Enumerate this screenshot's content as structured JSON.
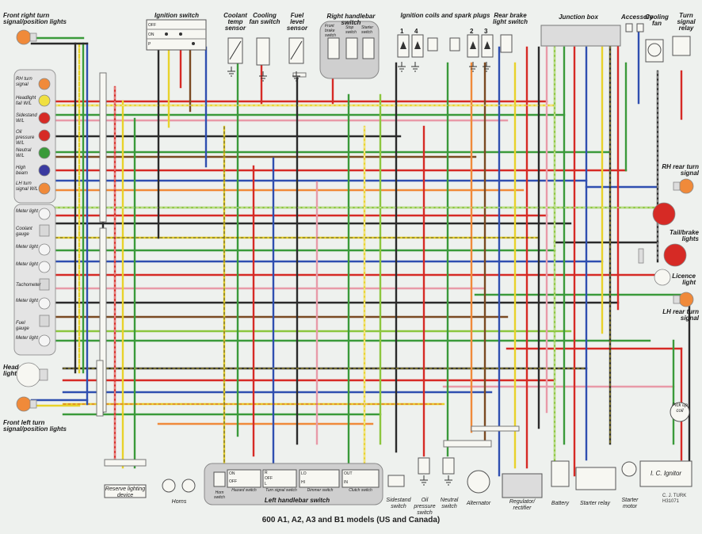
{
  "labels": {
    "front_right_turn": "Front right turn signal/position lights",
    "ignition_switch": "Ignition switch",
    "coolant_temp_sensor": "Coolant temp sensor",
    "cooling_fan_switch": "Cooling fan switch",
    "fuel_level_sensor": "Fuel level sensor",
    "right_handlebar_switch": "Right handlebar switch",
    "front_brake_switch": "Front brake switch",
    "stop_switch": "Stop switch",
    "starter_switch": "Starter switch",
    "ignition_coils": "Ignition coils and spark plugs",
    "rear_brake_light_switch": "Rear brake light switch",
    "junction_box": "Junction box",
    "accessory": "Accessory",
    "cooling_fan": "Cooling fan",
    "turn_signal_relay": "Turn signal relay",
    "rh_turn_signal": "RH turn signal",
    "headlight_fail": "Headlight fail W/L",
    "sidestand_wl": "Sidestand W/L",
    "oil_pressure_wl": "Oil pressure W/L",
    "neutral_wl": "Neutral W/L",
    "high_beam": "High beam",
    "lh_turn_signal_wl": "LH turn signal W/L",
    "meter_light": "Meter light",
    "coolant_gauge": "Coolant gauge",
    "tachometer": "Tachometer",
    "fuel_gauge": "Fuel gauge",
    "head_light": "Head light",
    "front_left_turn": "Front left turn signal/position lights",
    "rh_rear_turn": "RH rear turn signal",
    "tail_brake": "Tail/brake lights",
    "licence_light": "Licence light",
    "lh_rear_turn": "LH rear turn signal",
    "pick_up_coil": "Pick up coil",
    "reserve_lighting": "Reserve lighting device",
    "horns": "Horns",
    "horn_switch": "Horn switch",
    "hazard_switch": "Hazard switch",
    "turn_signal_switch": "Turn signal switch",
    "dimmer_switch": "Dimmer switch",
    "clutch_switch": "Clutch switch",
    "left_handlebar_switch": "Left handlebar switch",
    "sidestand_switch": "Sidestand switch",
    "oil_pressure_switch": "Oil pressure switch",
    "neutral_switch": "Neutral switch",
    "alternator": "Alternator",
    "regulator_rectifier": "Regulator/ rectifier",
    "battery": "Battery",
    "starter_relay": "Starter relay",
    "starter_motor": "Starter motor",
    "ic_ignitor": "I. C. Ignitor"
  },
  "switch_positions": {
    "ignition": [
      "OFF",
      "ON",
      "P"
    ],
    "hazard": [
      "ON",
      "OFF"
    ],
    "turn": [
      "R",
      "OFF",
      "L"
    ],
    "dimmer": [
      "LO",
      "HI"
    ],
    "clutch": [
      "OUT",
      "IN"
    ]
  },
  "coil_numbers": [
    "1",
    "4",
    "2",
    "3"
  ],
  "caption": "600 A1, A2, A3 and B1 models (US and Canada)",
  "credit": "C. J. TURK H31071",
  "colors": {
    "red": "#d62a25",
    "yellow": "#e8d22a",
    "green": "#3a9a3a",
    "blue": "#2f4fb0",
    "black": "#2a2a2a",
    "brown": "#7a4a22",
    "white": "#f7f7f2",
    "orange": "#f08a3a",
    "pink": "#e89aa8",
    "lightgreen": "#8cc63e",
    "lightblue": "#6aa8d8",
    "purple": "#7a3aa0"
  }
}
